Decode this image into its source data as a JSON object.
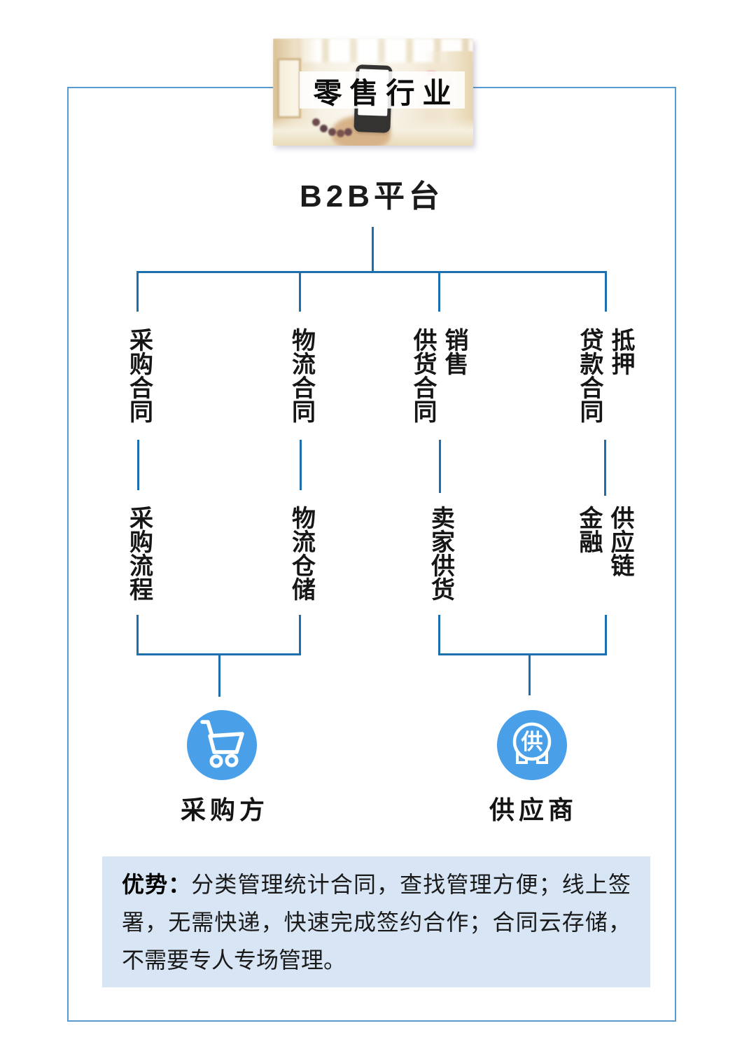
{
  "banner": {
    "title": "零售行业"
  },
  "platform": {
    "label": "B2B平台"
  },
  "tree": {
    "columns": [
      {
        "contract": [
          "采购合同"
        ],
        "detail": [
          "采购流程"
        ]
      },
      {
        "contract": [
          "物流合同"
        ],
        "detail": [
          "物流仓储"
        ]
      },
      {
        "contract": [
          "销售",
          "供货合同"
        ],
        "detail": [
          "卖家供货"
        ]
      },
      {
        "contract": [
          "抵押",
          "贷款合同"
        ],
        "detail": [
          "供应链",
          "金融"
        ]
      }
    ]
  },
  "actors": [
    {
      "label": "采购方",
      "icon": "cart-icon"
    },
    {
      "label": "供应商",
      "icon": "supplier-seal-icon",
      "seal_char": "供"
    }
  ],
  "advantage": {
    "prefix": "优势：",
    "body": "分类管理统计合同，查找管理方便；线上签署，无需快递，快速完成签约合作；合同云存储，不需要专人专场管理。"
  },
  "colors": {
    "line": "#1d6fae",
    "frame": "#589bd1",
    "icon_bg": "#4aa0e8",
    "box_bg": "#d8e5f4",
    "title_text": "#0d0d0d"
  }
}
